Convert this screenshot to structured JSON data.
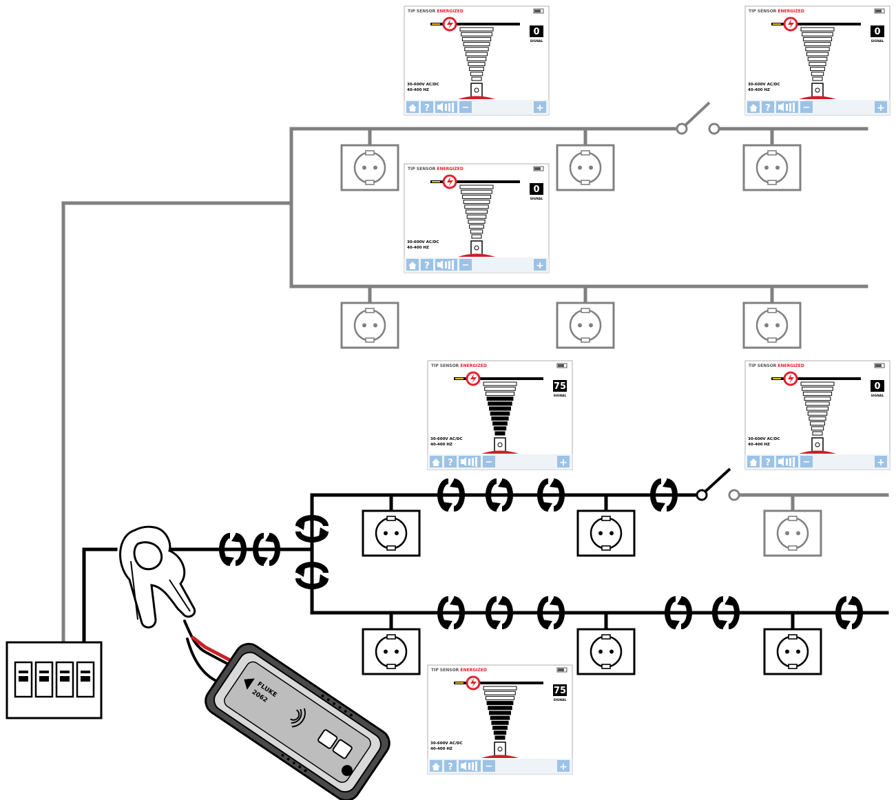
{
  "panels": [
    {
      "id": "panel-1",
      "header_label": "TIP SENSOR",
      "header_status": "ENERGIZED",
      "signal_value": "0",
      "signal_label": "SIGNAL",
      "spec_voltage": "30-600V AC/DC",
      "spec_freq": "40-400 HZ",
      "signal_strength": 0
    },
    {
      "id": "panel-2",
      "header_label": "TIP SENSOR",
      "header_status": "ENERGIZED",
      "signal_value": "0",
      "signal_label": "SIGNAL",
      "spec_voltage": "30-600V AC/DC",
      "spec_freq": "40-400 HZ",
      "signal_strength": 0
    },
    {
      "id": "panel-3",
      "header_label": "TIP SENSOR",
      "header_status": "ENERGIZED",
      "signal_value": "0",
      "signal_label": "SIGNAL",
      "spec_voltage": "30-600V AC/DC",
      "spec_freq": "40-400 HZ",
      "signal_strength": 0
    },
    {
      "id": "panel-4",
      "header_label": "TIP SENSOR",
      "header_status": "ENERGIZED",
      "signal_value": "75",
      "signal_label": "SIGNAL",
      "spec_voltage": "30-600V AC/DC",
      "spec_freq": "40-400 HZ",
      "signal_strength": 75
    },
    {
      "id": "panel-5",
      "header_label": "TIP SENSOR",
      "header_status": "ENERGIZED",
      "signal_value": "0",
      "signal_label": "SIGNAL",
      "spec_voltage": "30-600V AC/DC",
      "spec_freq": "40-400 HZ",
      "signal_strength": 0
    },
    {
      "id": "panel-6",
      "header_label": "TIP SENSOR",
      "header_status": "ENERGIZED",
      "signal_value": "75",
      "signal_label": "SIGNAL",
      "spec_voltage": "30-600V AC/DC",
      "spec_freq": "40-400 HZ",
      "signal_strength": 75
    }
  ],
  "panel_toolbar": {
    "help_glyph": "?",
    "minus_glyph": "−",
    "plus_glyph": "+",
    "icons": [
      "home-icon",
      "help-icon",
      "volume-icon",
      "minus-icon",
      "plus-icon"
    ]
  },
  "receiver": {
    "brand_text": "FLUKE",
    "model_text": "2062"
  },
  "colors": {
    "wire_idle": "#808080",
    "wire_active": "#000000",
    "status_red": "#e3202b",
    "toolbar_blue": "#9cc3e6",
    "panel_border": "#c9c9c9",
    "probe_red": "#cc2027"
  }
}
